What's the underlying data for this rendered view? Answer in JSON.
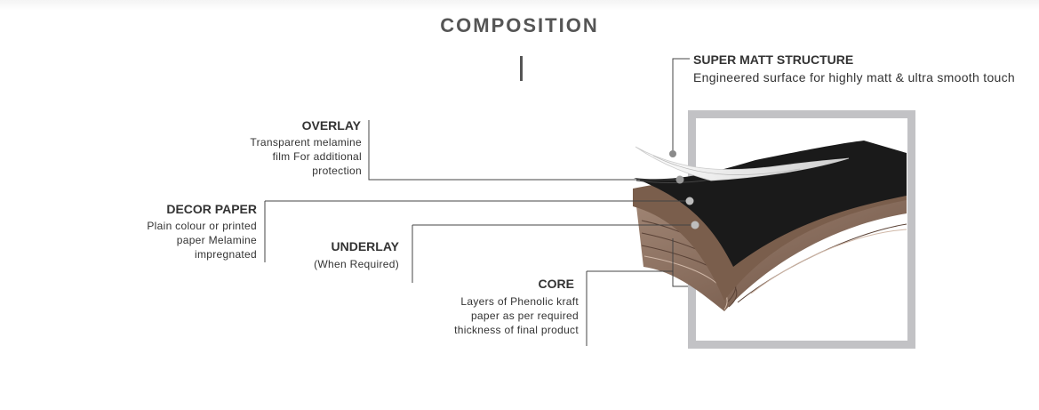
{
  "title": "COMPOSITION",
  "colors": {
    "frame": "#c2c2c5",
    "overlay_film": "#1a1a1a",
    "decor_paper": "#7a5e4c",
    "core_layers": "#8c7060",
    "leader_lines": "#444444",
    "dots": "#8a8a8a"
  },
  "layers": {
    "super_matt": {
      "heading": "SUPER MATT STRUCTURE",
      "desc": "Engineered surface for highly matt & ultra smooth touch"
    },
    "overlay": {
      "heading": "OVERLAY",
      "desc": [
        "Transparent melamine",
        "film For additional",
        "protection"
      ]
    },
    "decor_paper": {
      "heading": "DECOR PAPER",
      "desc": [
        "Plain colour or printed",
        "paper Melamine",
        "impregnated"
      ]
    },
    "underlay": {
      "heading": "UNDERLAY",
      "desc": [
        "(When Required)"
      ]
    },
    "core": {
      "heading": "CORE",
      "desc": [
        "Layers of Phenolic kraft",
        "paper as per required",
        "thickness of final product"
      ]
    }
  }
}
